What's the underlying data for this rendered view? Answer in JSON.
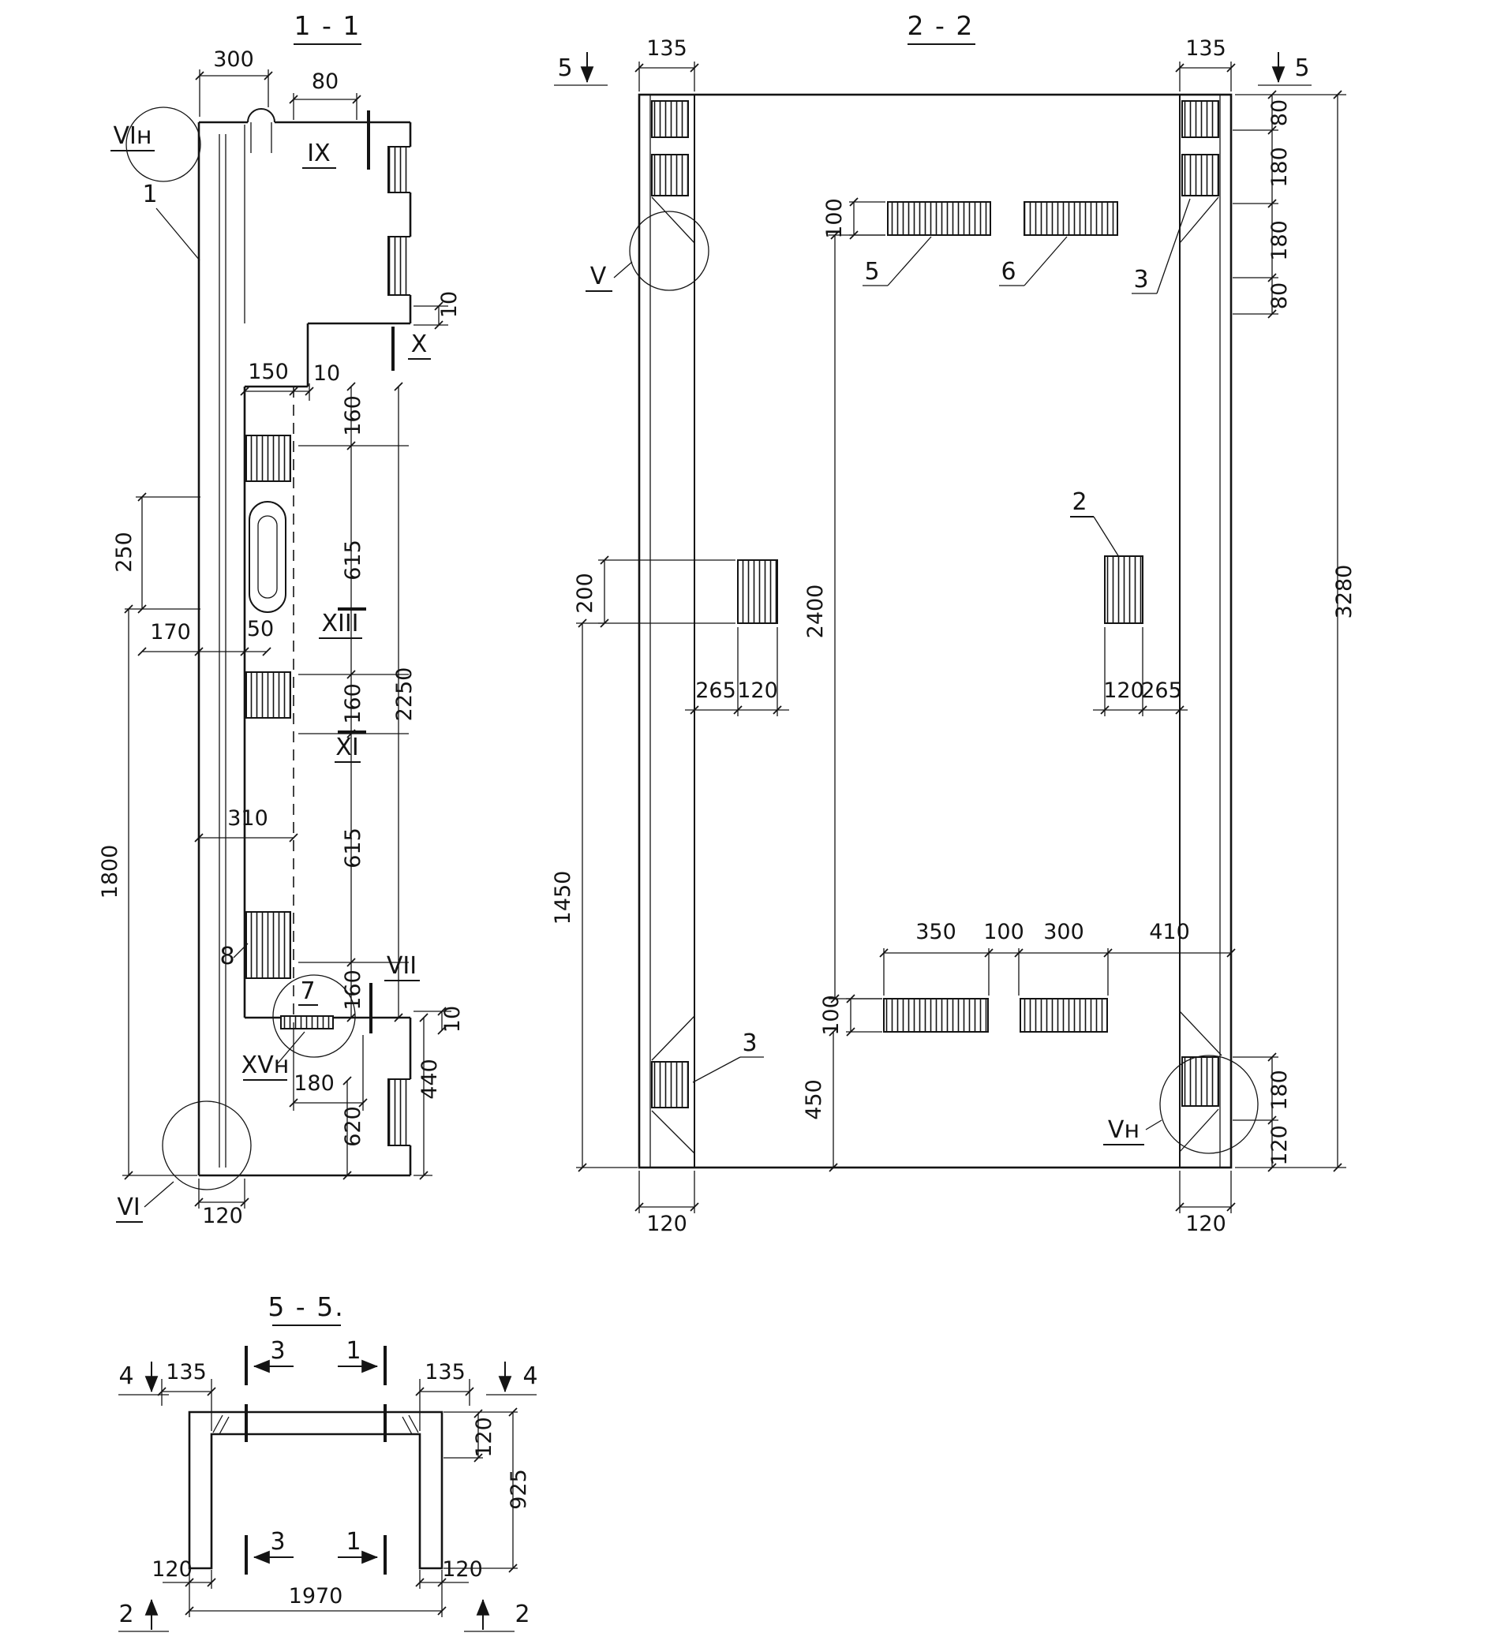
{
  "drawing": {
    "ink": "#141414",
    "paper": "#ffffff"
  },
  "s11": {
    "title": "1 - 1",
    "views": {
      "vi_n": "VIн",
      "ix": "IX",
      "x": "X",
      "xiii": "XIII",
      "xi": "XI",
      "vii": "VII",
      "xv_n": "XVн",
      "vi": "VI"
    },
    "parts": {
      "p1": "1",
      "p7": "7",
      "p8": "8"
    },
    "dims": {
      "d300": "300",
      "d80": "80",
      "d10a": "10",
      "d150": "150",
      "d10b": "10",
      "d160a": "160",
      "d615a": "615",
      "d160b": "160",
      "d615b": "615",
      "d160c": "160",
      "d2250": "2250",
      "d250": "250",
      "d170": "170",
      "d50": "50",
      "d310": "310",
      "d1800": "1800",
      "d180": "180",
      "d10c": "10",
      "d440": "440",
      "d620": "620",
      "d120": "120"
    }
  },
  "s22": {
    "title": "2 - 2",
    "views": {
      "v": "V",
      "v_n": "Vн"
    },
    "cuts": {
      "c5l": "5",
      "c5r": "5"
    },
    "parts": {
      "p5": "5",
      "p6": "6",
      "p3a": "3",
      "p2": "2",
      "p3b": "3"
    },
    "dims": {
      "d135l": "135",
      "d135r": "135",
      "d100t": "100",
      "d80a": "80",
      "d180a": "180",
      "d180b": "180",
      "d80b": "80",
      "d3280": "3280",
      "d200": "200",
      "d2400": "2400",
      "d265l": "265",
      "d120l": "120",
      "d120r": "120",
      "d265r": "265",
      "d1450": "1450",
      "d350": "350",
      "d100m": "100",
      "d300": "300",
      "d410": "410",
      "d100b": "100",
      "d450": "450",
      "d180c": "180",
      "d120c": "120",
      "d120bl": "120",
      "d120br": "120"
    }
  },
  "s55": {
    "title": "5 - 5.",
    "cuts": {
      "c4l": "4",
      "c4r": "4",
      "c3t": "3",
      "c1t": "1",
      "c3b": "3",
      "c1b": "1",
      "c2l": "2",
      "c2r": "2"
    },
    "dims": {
      "d135l": "135",
      "d135r": "135",
      "d120r": "120",
      "d925": "925",
      "d120bl": "120",
      "d120br": "120",
      "d1970": "1970"
    }
  }
}
